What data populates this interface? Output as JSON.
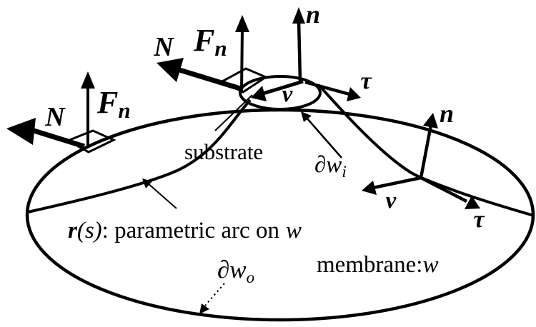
{
  "figure": {
    "type": "diagram",
    "colors": {
      "background": "#ffffff",
      "ink": "#000000",
      "substrate_fill": "#a9a9a9"
    },
    "labels": {
      "substrate": "substrate",
      "inner_boundary_main": "∂w",
      "inner_boundary_sub": "i",
      "outer_boundary_main": "∂w",
      "outer_boundary_sub": "o",
      "arc_r": "r",
      "arc_s": "(s)",
      "arc_text": ": parametric arc on",
      "arc_w": "w",
      "membrane_text": "membrane:",
      "membrane_w": "w",
      "vector_N": "N",
      "vector_F": "F",
      "vector_F_sub": "n",
      "vector_n": "n",
      "vector_nu": "ν",
      "vector_tau": "τ"
    }
  }
}
